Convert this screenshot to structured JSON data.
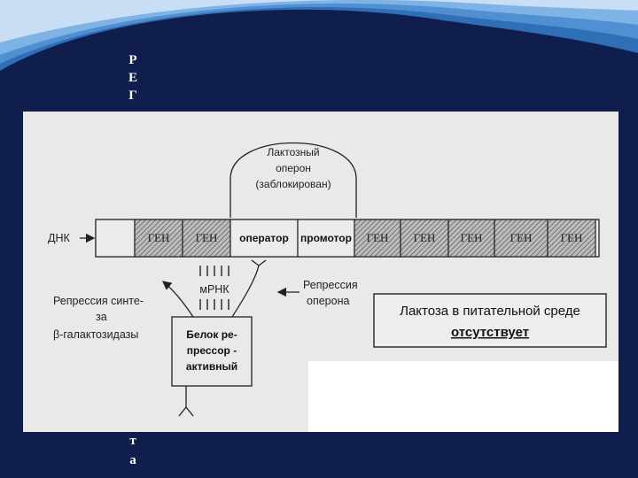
{
  "side_letters": {
    "top": [
      "Р",
      "Е",
      "Г"
    ],
    "bottom": [
      "т",
      "а"
    ]
  },
  "operon_bubble": {
    "line1": "Лактозный",
    "line2": "оперон",
    "line3": "(заблокирован)"
  },
  "dna_label": "ДНК",
  "dna_segments": [
    {
      "label": "ГЕН",
      "hatched": true
    },
    {
      "label": "ГЕН",
      "hatched": true
    },
    {
      "label": "оператор",
      "hatched": false
    },
    {
      "label": "промотор",
      "hatched": false
    },
    {
      "label": "ГЕН",
      "hatched": true
    },
    {
      "label": "ГЕН",
      "hatched": true
    },
    {
      "label": "ГЕН",
      "hatched": true
    },
    {
      "label": "ГЕН",
      "hatched": true
    },
    {
      "label": "ГЕН",
      "hatched": true
    }
  ],
  "mrna_label": "мРНК",
  "repression_operon": {
    "line1": "Репрессия",
    "line2": "оперона"
  },
  "repression_synthesis": {
    "line1": "Репрессия синте-",
    "line2": "за",
    "line3": "β-галактозидазы"
  },
  "repressor_box": {
    "line1": "Белок ре-",
    "line2": "прессор -",
    "line3": "активный"
  },
  "lactose_box": {
    "line1": "Лактоза в питательной среде",
    "line2": "отсутствует"
  },
  "colors": {
    "slide_background": "#0f1e4d",
    "panel": "#e9e9e7",
    "ink": "#222222"
  }
}
